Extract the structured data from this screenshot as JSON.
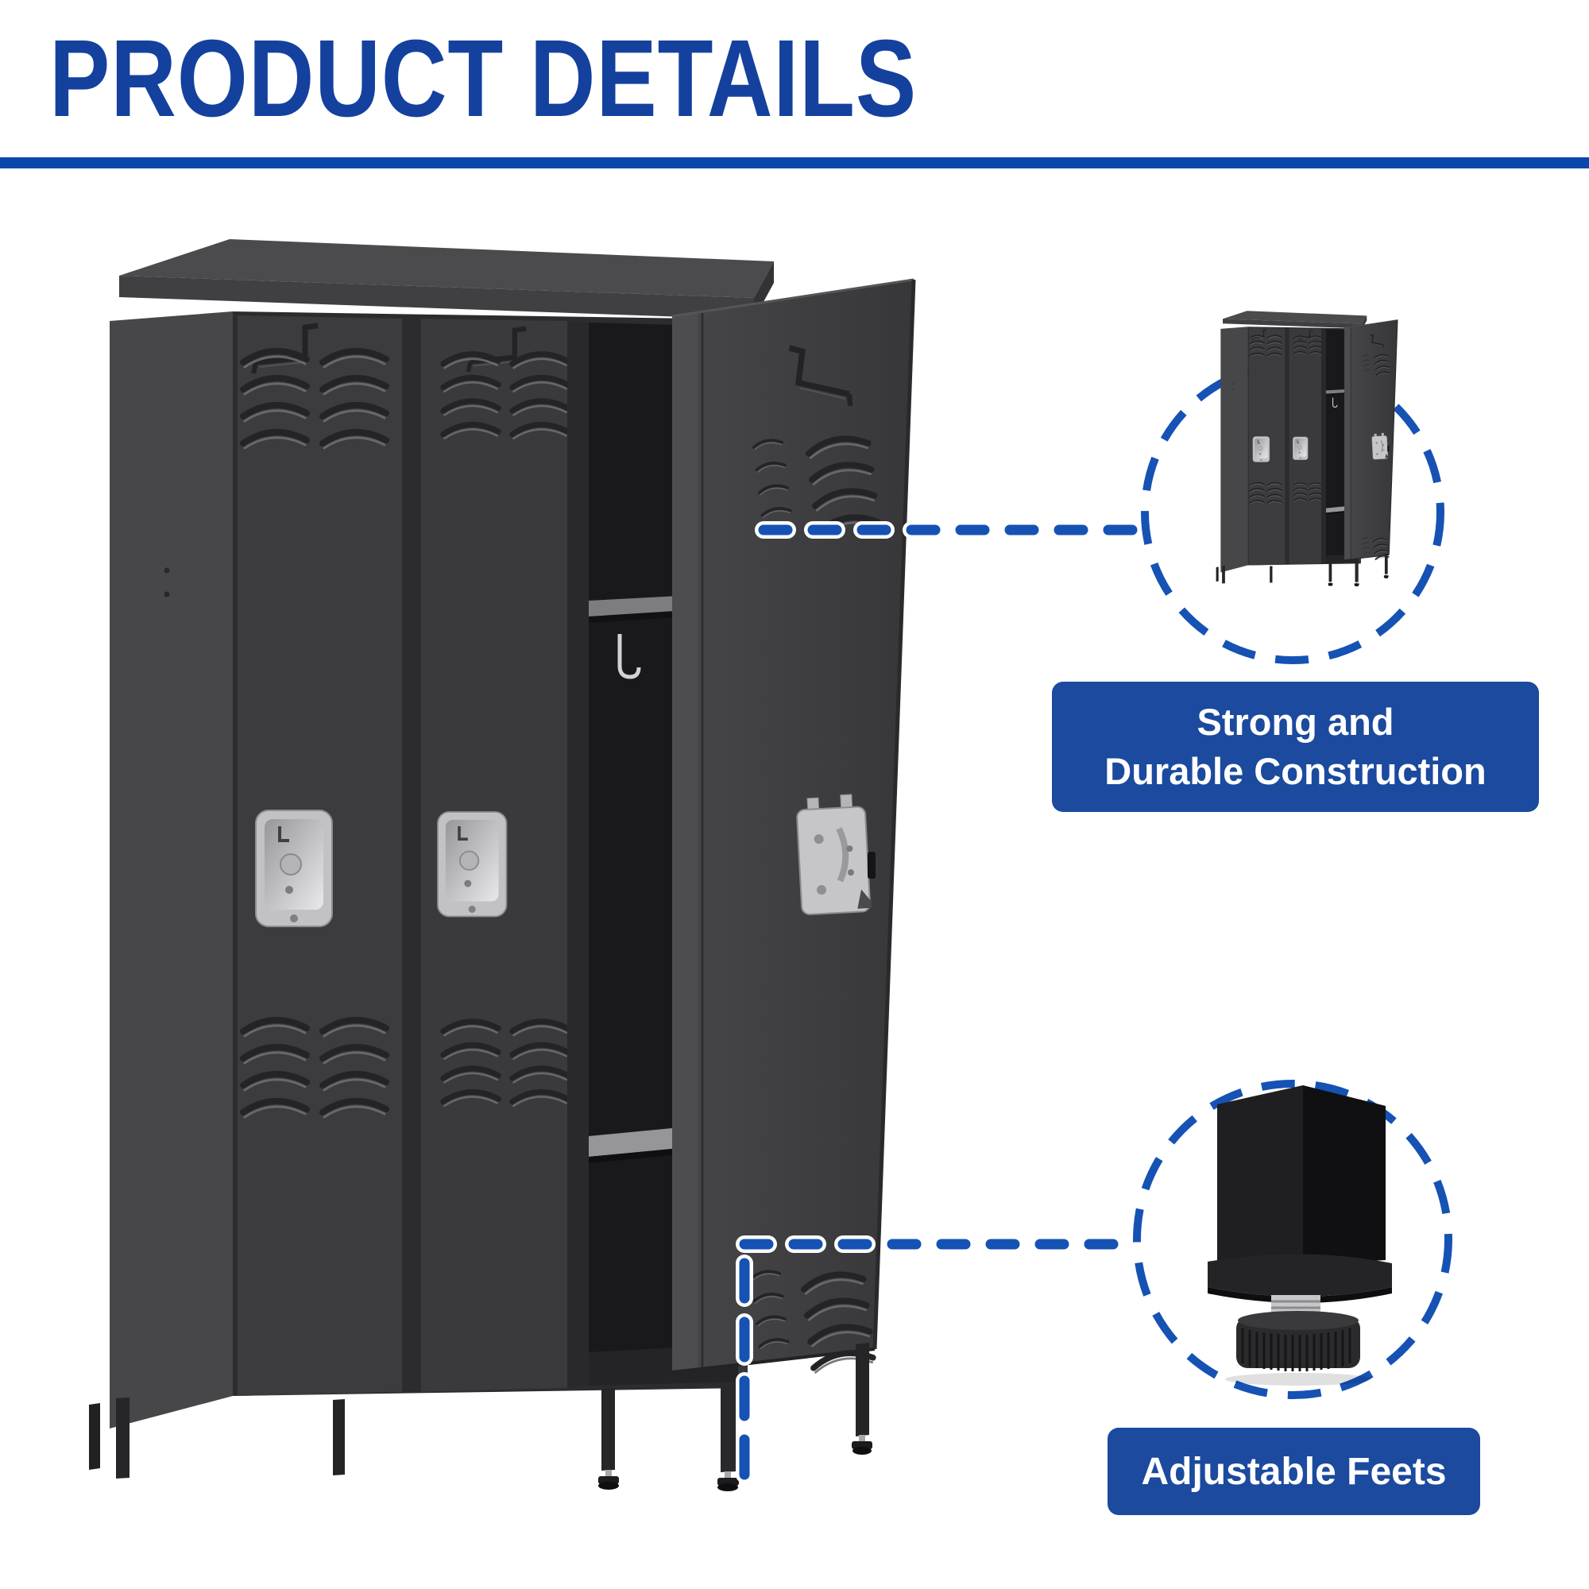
{
  "header": {
    "title": "PRODUCT DETAILS"
  },
  "callouts": [
    {
      "id": "construction",
      "label": "Strong and\nDurable Construction"
    },
    {
      "id": "feet",
      "label": "Adjustable Feets"
    }
  ],
  "illustrations": {
    "main": "three-door-metal-locker-one-door-open",
    "callout_top": "locker-thumbnail-in-dashed-circle",
    "callout_bottom": "adjustable-foot-closeup-in-dashed-circle"
  },
  "accents": {
    "title_blue": "#14419e",
    "rule_blue": "#0a47ac",
    "box_blue": "#1b4a9e",
    "dash_blue": "#1552b4",
    "label_text": "#ffffff",
    "locker_body_gray": "#3c3c3f",
    "handle_silver": "#c2c2c4"
  }
}
